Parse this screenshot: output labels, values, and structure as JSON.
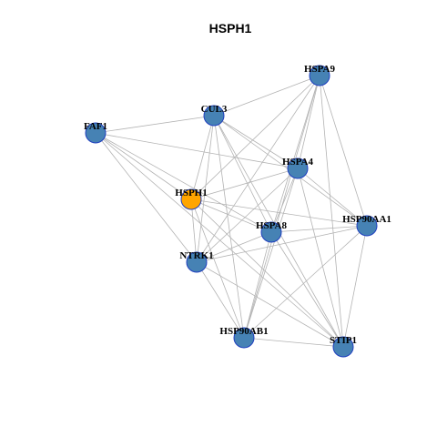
{
  "title": "HSPH1",
  "colors": {
    "default_node": "#4682b4",
    "highlight_node": "#ffa500",
    "node_border": "#1f3fbf",
    "edge": "#b3b3b3"
  },
  "nodes": [
    {
      "id": "HSPA9",
      "label": "HSPA9",
      "highlight": false
    },
    {
      "id": "CUL3",
      "label": "CUL3",
      "highlight": false
    },
    {
      "id": "FAF1",
      "label": "FAF1",
      "highlight": false
    },
    {
      "id": "HSPA4",
      "label": "HSPA4",
      "highlight": false
    },
    {
      "id": "HSPH1",
      "label": "HSPH1",
      "highlight": true
    },
    {
      "id": "HSP90AA1",
      "label": "HSP90AA1",
      "highlight": false
    },
    {
      "id": "HSPA8",
      "label": "HSPA8",
      "highlight": false
    },
    {
      "id": "NTRK1",
      "label": "NTRK1",
      "highlight": false
    },
    {
      "id": "HSP90AB1",
      "label": "HSP90AB1",
      "highlight": false
    },
    {
      "id": "STIP1",
      "label": "STIP1",
      "highlight": false
    }
  ],
  "edges": [
    [
      "FAF1",
      "CUL3"
    ],
    [
      "FAF1",
      "HSPA4"
    ],
    [
      "FAF1",
      "HSPH1"
    ],
    [
      "FAF1",
      "NTRK1"
    ],
    [
      "FAF1",
      "HSPA8"
    ],
    [
      "FAF1",
      "STIP1"
    ],
    [
      "CUL3",
      "HSPA9"
    ],
    [
      "CUL3",
      "HSPA4"
    ],
    [
      "CUL3",
      "HSPH1"
    ],
    [
      "CUL3",
      "HSP90AA1"
    ],
    [
      "CUL3",
      "HSPA8"
    ],
    [
      "CUL3",
      "NTRK1"
    ],
    [
      "CUL3",
      "HSP90AB1"
    ],
    [
      "CUL3",
      "STIP1"
    ],
    [
      "HSPA9",
      "HSPA4"
    ],
    [
      "HSPA9",
      "HSPH1"
    ],
    [
      "HSPA9",
      "HSP90AA1"
    ],
    [
      "HSPA9",
      "HSPA8"
    ],
    [
      "HSPA9",
      "NTRK1"
    ],
    [
      "HSPA9",
      "HSP90AB1"
    ],
    [
      "HSPA9",
      "STIP1"
    ],
    [
      "HSPA4",
      "HSPH1"
    ],
    [
      "HSPA4",
      "HSP90AA1"
    ],
    [
      "HSPA4",
      "HSPA8"
    ],
    [
      "HSPA4",
      "NTRK1"
    ],
    [
      "HSPA4",
      "HSP90AB1"
    ],
    [
      "HSPA4",
      "STIP1"
    ],
    [
      "HSPH1",
      "HSP90AA1"
    ],
    [
      "HSPH1",
      "HSPA8"
    ],
    [
      "HSPH1",
      "NTRK1"
    ],
    [
      "HSPH1",
      "HSP90AB1"
    ],
    [
      "HSPH1",
      "STIP1"
    ],
    [
      "HSP90AA1",
      "HSPA8"
    ],
    [
      "HSP90AA1",
      "NTRK1"
    ],
    [
      "HSP90AA1",
      "HSP90AB1"
    ],
    [
      "HSP90AA1",
      "STIP1"
    ],
    [
      "HSPA8",
      "NTRK1"
    ],
    [
      "HSPA8",
      "HSP90AB1"
    ],
    [
      "HSPA8",
      "STIP1"
    ],
    [
      "NTRK1",
      "HSP90AB1"
    ],
    [
      "NTRK1",
      "STIP1"
    ],
    [
      "HSP90AB1",
      "STIP1"
    ]
  ]
}
